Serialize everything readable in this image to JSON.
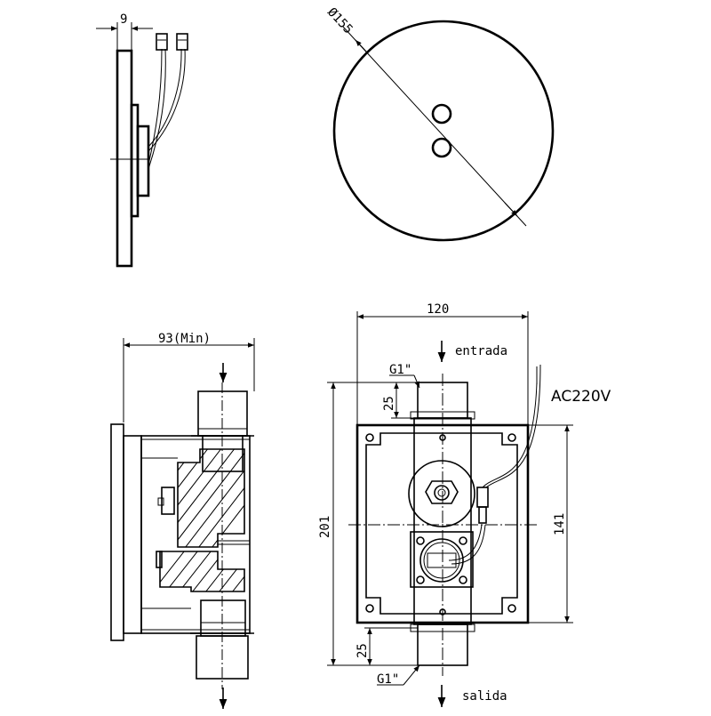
{
  "dimensions": {
    "plate_thickness": "9",
    "cover_diameter": "Ø155",
    "min_depth": "93(Min)",
    "width": "120",
    "total_height": "201",
    "body_height": "141",
    "inlet_thread_length": "25",
    "outlet_thread_length": "25"
  },
  "labels": {
    "inlet": "entrada",
    "outlet": "salida",
    "inlet_thread": "G1\"",
    "outlet_thread": "G1\"",
    "power": "AC220V"
  }
}
